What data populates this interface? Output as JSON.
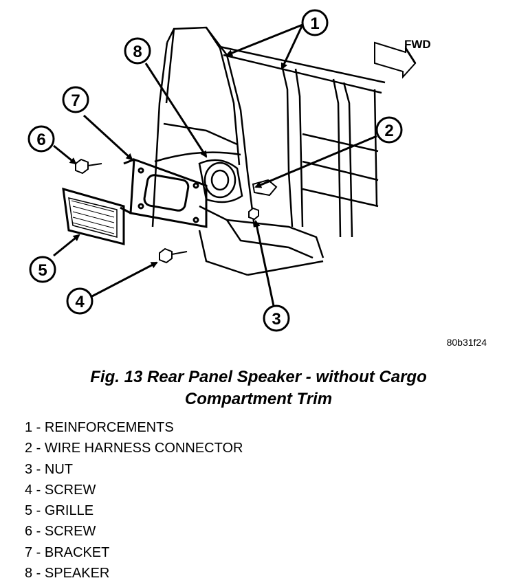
{
  "figure": {
    "fwd_label": "FWD",
    "figure_id": "80b31f24",
    "callouts": [
      "1",
      "2",
      "3",
      "4",
      "5",
      "6",
      "7",
      "8"
    ]
  },
  "caption": {
    "line1": "Fig. 13 Rear Panel Speaker - without Cargo",
    "line2": "Compartment Trim"
  },
  "legend": [
    "1 - REINFORCEMENTS",
    "2 - WIRE HARNESS CONNECTOR",
    "3 - NUT",
    "4 - SCREW",
    "5 - GRILLE",
    "6 - SCREW",
    "7 - BRACKET",
    "8 - SPEAKER"
  ]
}
